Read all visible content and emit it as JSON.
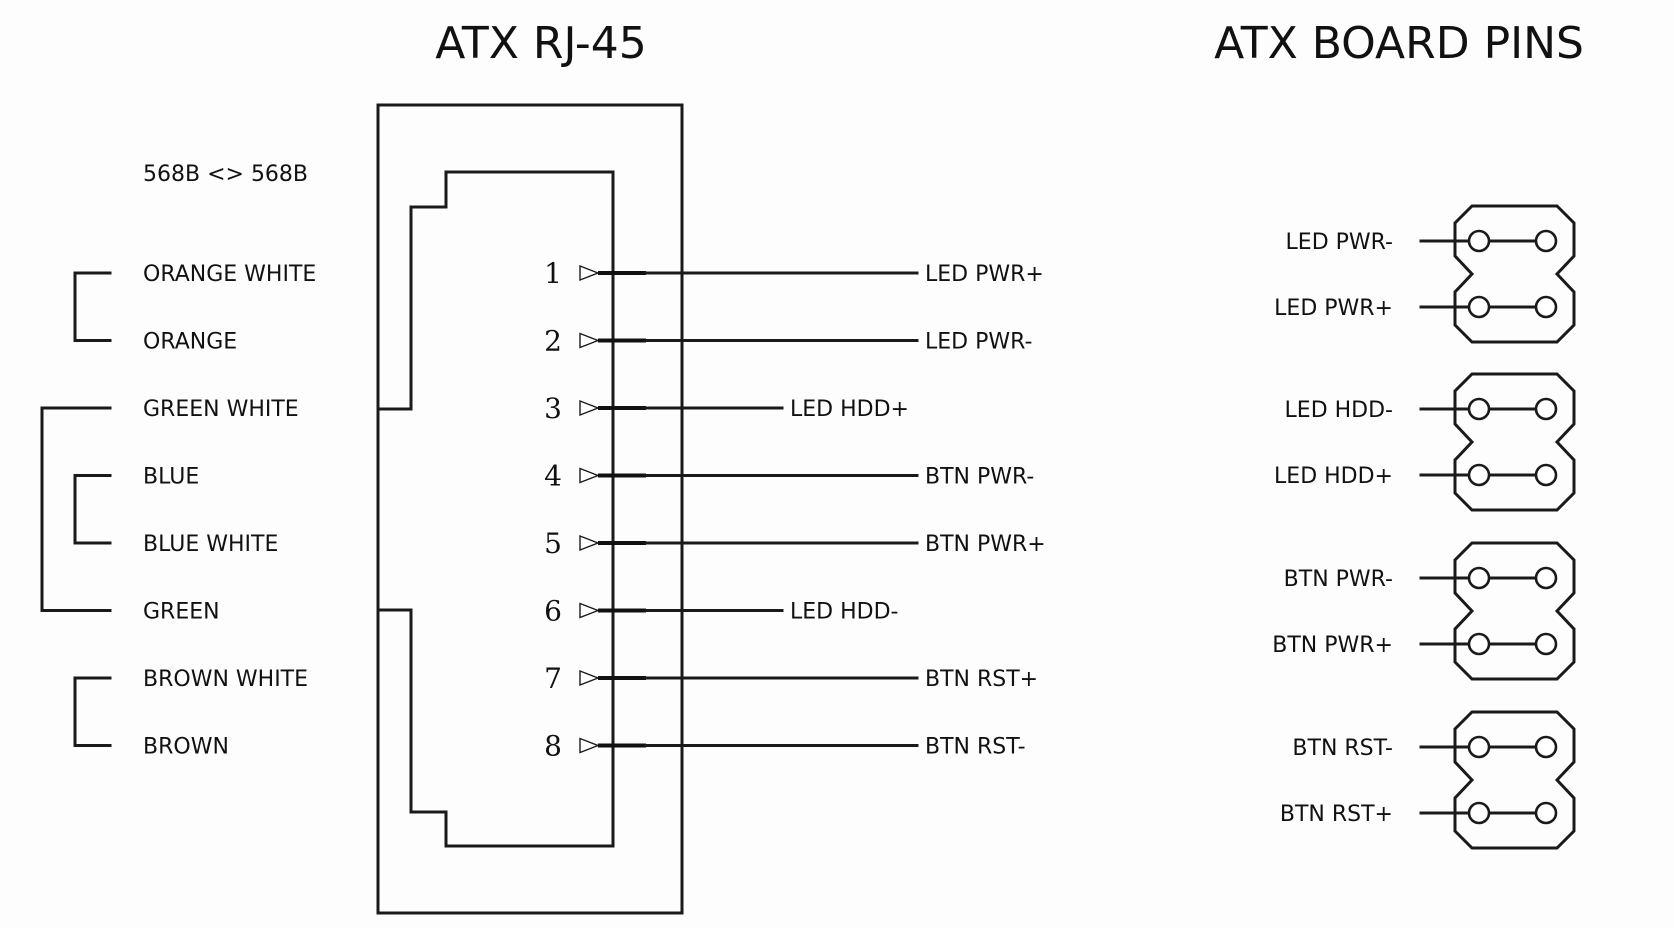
{
  "titles": {
    "rj45": "ATX RJ-45",
    "board": "ATX BOARD PINS"
  },
  "standard_label": "568B <> 568B",
  "wire_colors": [
    {
      "label": "ORANGE WHITE",
      "pin": 1
    },
    {
      "label": "ORANGE",
      "pin": 2
    },
    {
      "label": "GREEN WHITE",
      "pin": 3
    },
    {
      "label": "BLUE",
      "pin": 4
    },
    {
      "label": "BLUE WHITE",
      "pin": 5
    },
    {
      "label": "GREEN",
      "pin": 6
    },
    {
      "label": "BROWN WHITE",
      "pin": 7
    },
    {
      "label": "BROWN",
      "pin": 8
    }
  ],
  "pair_brackets": [
    {
      "pair": "orange",
      "pins": [
        1,
        2
      ]
    },
    {
      "pair": "green",
      "pins": [
        3,
        6
      ]
    },
    {
      "pair": "blue",
      "pins": [
        4,
        5
      ]
    },
    {
      "pair": "brown",
      "pins": [
        7,
        8
      ]
    }
  ],
  "rj45_pins": [
    {
      "number": "1",
      "signal": "LED PWR+",
      "short": false
    },
    {
      "number": "2",
      "signal": "LED PWR-",
      "short": false
    },
    {
      "number": "3",
      "signal": "LED HDD+",
      "short": true
    },
    {
      "number": "4",
      "signal": "BTN PWR-",
      "short": false
    },
    {
      "number": "5",
      "signal": "BTN PWR+",
      "short": false
    },
    {
      "number": "6",
      "signal": "LED HDD-",
      "short": true
    },
    {
      "number": "7",
      "signal": "BTN RST+",
      "short": false
    },
    {
      "number": "8",
      "signal": "BTN RST-",
      "short": false
    }
  ],
  "board_headers": [
    {
      "name": "led-power",
      "pins": [
        "LED PWR-",
        "LED PWR+"
      ]
    },
    {
      "name": "led-hdd",
      "pins": [
        "LED HDD-",
        "LED HDD+"
      ]
    },
    {
      "name": "button-power",
      "pins": [
        "BTN PWR-",
        "BTN PWR+"
      ]
    },
    {
      "name": "button-reset",
      "pins": [
        "BTN RST-",
        "BTN RST+"
      ]
    }
  ]
}
